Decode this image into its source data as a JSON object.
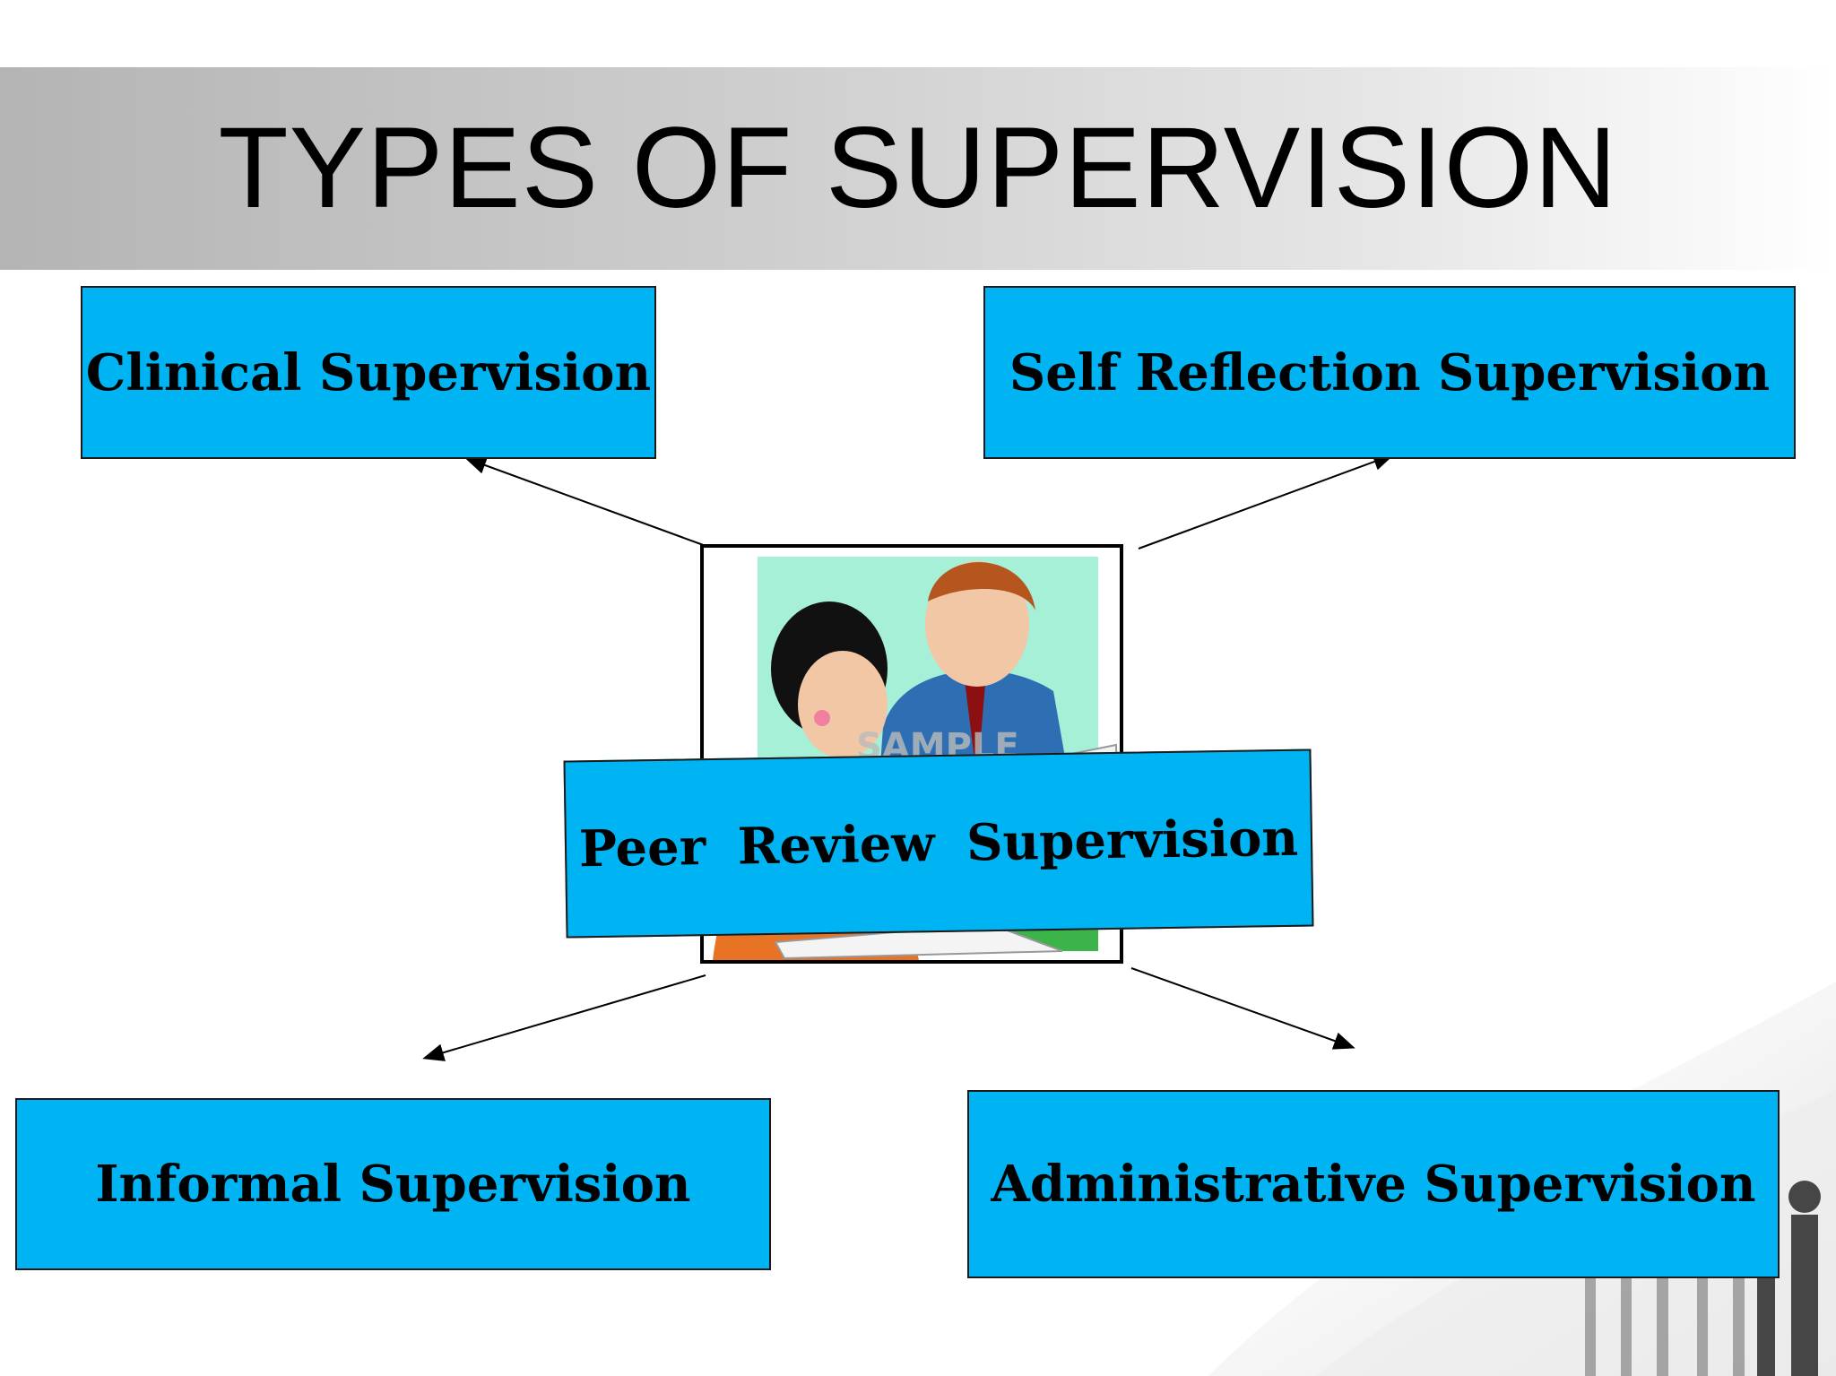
{
  "slide": {
    "title": "TYPES OF SUPERVISION"
  },
  "nodes": {
    "clinical": "Clinical Supervision",
    "self_reflection": "Self Reflection Supervision",
    "peer_review": "Peer  Review Supervision",
    "informal": "Informal Supervision",
    "administrative": "Administrative Supervision"
  },
  "colors": {
    "box_fill": "#00b4f4",
    "title_band": "#c8c8c8"
  },
  "center_image": {
    "icon": "two-people-reviewing-document-icon",
    "watermark": "SAMPLE"
  }
}
